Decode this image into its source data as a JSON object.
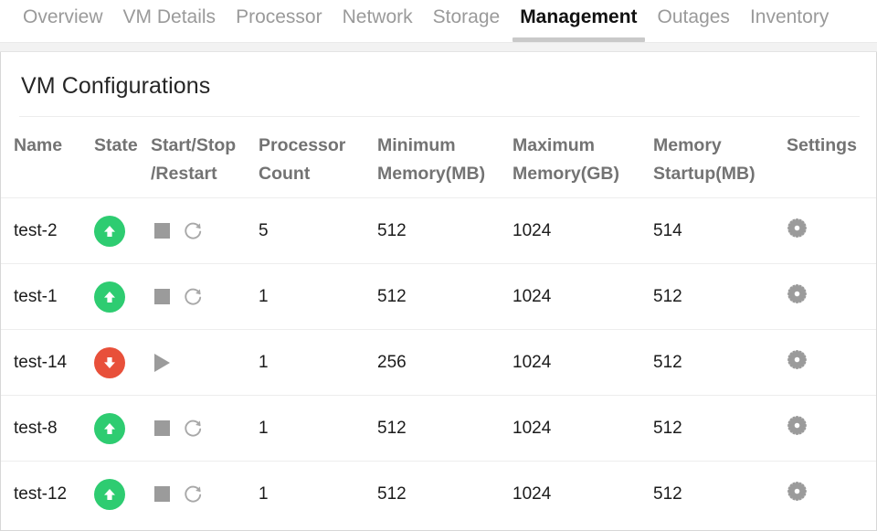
{
  "tabs": [
    {
      "label": "Overview",
      "active": false
    },
    {
      "label": "VM Details",
      "active": false
    },
    {
      "label": "Processor",
      "active": false
    },
    {
      "label": "Network",
      "active": false
    },
    {
      "label": "Storage",
      "active": false
    },
    {
      "label": "Management",
      "active": true
    },
    {
      "label": "Outages",
      "active": false
    },
    {
      "label": "Inventory",
      "active": false
    }
  ],
  "panel": {
    "title": "VM Configurations"
  },
  "table": {
    "columns": [
      {
        "key": "name",
        "label": "Name"
      },
      {
        "key": "state",
        "label": "State"
      },
      {
        "key": "ctrl",
        "label_line1": "Start/Stop",
        "label_line2": "/Restart"
      },
      {
        "key": "proc",
        "label_line1": "Processor",
        "label_line2": "Count"
      },
      {
        "key": "min",
        "label_line1": "Minimum",
        "label_line2": "Memory(MB)"
      },
      {
        "key": "max",
        "label_line1": "Maximum",
        "label_line2": "Memory(GB)"
      },
      {
        "key": "mem",
        "label_line1": "Memory",
        "label_line2": "Startup(MB)"
      },
      {
        "key": "set",
        "label": "Settings"
      }
    ],
    "rows": [
      {
        "name": "test-2",
        "state": "running",
        "state_icon": "arrow-up-circle-green-icon",
        "controls": [
          "stop-button",
          "restart-button"
        ],
        "processor_count": "5",
        "minimum_memory_mb": "512",
        "maximum_memory_gb": "1024",
        "memory_startup_mb": "514",
        "settings_icon": "gear-icon"
      },
      {
        "name": "test-1",
        "state": "running",
        "state_icon": "arrow-up-circle-green-icon",
        "controls": [
          "stop-button",
          "restart-button"
        ],
        "processor_count": "1",
        "minimum_memory_mb": "512",
        "maximum_memory_gb": "1024",
        "memory_startup_mb": "512",
        "settings_icon": "gear-icon"
      },
      {
        "name": "test-14",
        "state": "stopped",
        "state_icon": "arrow-down-circle-red-icon",
        "controls": [
          "start-button"
        ],
        "processor_count": "1",
        "minimum_memory_mb": "256",
        "maximum_memory_gb": "1024",
        "memory_startup_mb": "512",
        "settings_icon": "gear-icon"
      },
      {
        "name": "test-8",
        "state": "running",
        "state_icon": "arrow-up-circle-green-icon",
        "controls": [
          "stop-button",
          "restart-button"
        ],
        "processor_count": "1",
        "minimum_memory_mb": "512",
        "maximum_memory_gb": "1024",
        "memory_startup_mb": "512",
        "settings_icon": "gear-icon"
      },
      {
        "name": "test-12",
        "state": "running",
        "state_icon": "arrow-up-circle-green-icon",
        "controls": [
          "stop-button",
          "restart-button"
        ],
        "processor_count": "1",
        "minimum_memory_mb": "512",
        "maximum_memory_gb": "1024",
        "memory_startup_mb": "512",
        "settings_icon": "gear-icon"
      }
    ]
  },
  "colors": {
    "state_running": "#2ecc71",
    "state_stopped": "#e8503a",
    "control_gray": "#9b9b9b",
    "active_tab_underline": "#c9c9c9",
    "tab_inactive_text": "#9a9a9a",
    "header_text": "#737373"
  }
}
